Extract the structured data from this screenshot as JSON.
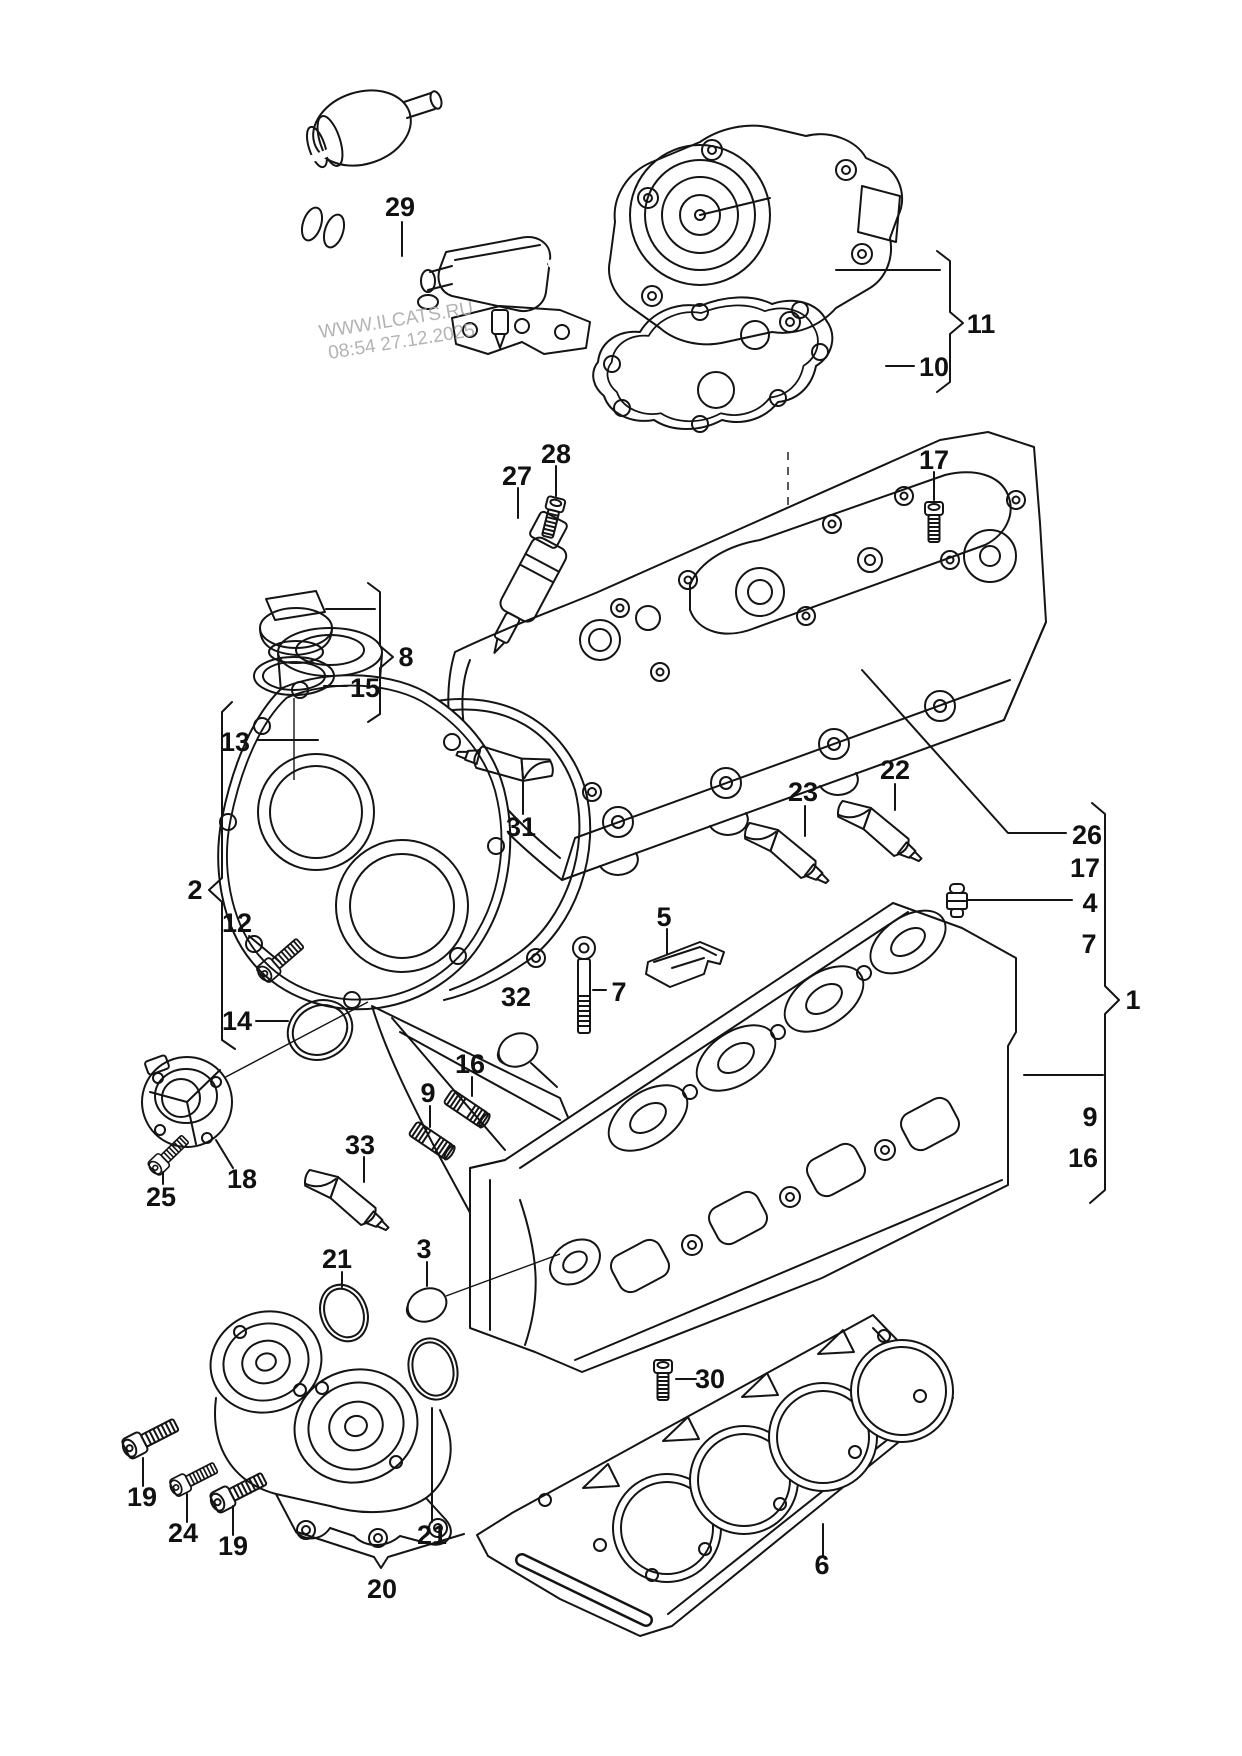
{
  "watermark": {
    "line1": "WWW.ILCATS.RU",
    "line2": "08:54 27.12.2025"
  },
  "colors": {
    "line": "#141414",
    "watermark": "#a6a6a6",
    "background": "#ffffff"
  },
  "diagram": {
    "kind": "exploded-parts-diagram",
    "labels": [
      {
        "text": "29"
      },
      {
        "text": "11"
      },
      {
        "text": "10"
      },
      {
        "text": "28"
      },
      {
        "text": "27"
      },
      {
        "text": "17"
      },
      {
        "text": "8"
      },
      {
        "text": "15"
      },
      {
        "text": "13"
      },
      {
        "text": "31"
      },
      {
        "text": "23"
      },
      {
        "text": "22"
      },
      {
        "text": "26"
      },
      {
        "text": "17"
      },
      {
        "text": "4"
      },
      {
        "text": "7"
      },
      {
        "text": "1"
      },
      {
        "text": "2"
      },
      {
        "text": "12"
      },
      {
        "text": "5"
      },
      {
        "text": "7"
      },
      {
        "text": "32"
      },
      {
        "text": "14"
      },
      {
        "text": "16"
      },
      {
        "text": "9"
      },
      {
        "text": "33"
      },
      {
        "text": "9"
      },
      {
        "text": "16"
      },
      {
        "text": "18"
      },
      {
        "text": "25"
      },
      {
        "text": "3"
      },
      {
        "text": "21"
      },
      {
        "text": "19"
      },
      {
        "text": "24"
      },
      {
        "text": "19"
      },
      {
        "text": "21"
      },
      {
        "text": "20"
      },
      {
        "text": "30"
      },
      {
        "text": "6"
      }
    ]
  }
}
